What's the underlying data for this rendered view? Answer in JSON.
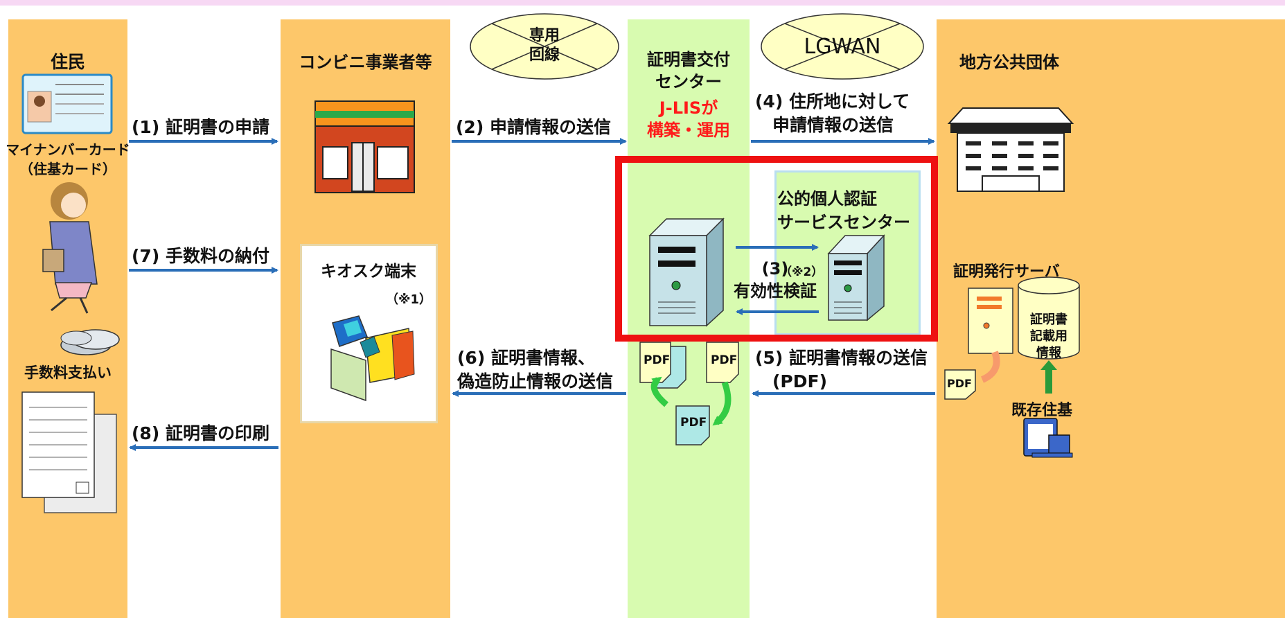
{
  "columns": {
    "resident": "住民",
    "convenience": "コンビニ事業者等",
    "center": "証明書交付\nセンター",
    "center_note": "J-LISが\n構築・運用",
    "local_gov": "地方公共団体"
  },
  "ellipses": {
    "dedicated_line": "専用\n回線",
    "lgwan": "LGWAN"
  },
  "resident": {
    "card_label": "マイナンバーカード\n（住基カード）",
    "fee_label": "手数料支払い"
  },
  "convenience": {
    "kiosk_title": "キオスク端末",
    "kiosk_note": "（※1）"
  },
  "center": {
    "jpki_title": "公的個人認証\nサービスセンター",
    "jpki_note": "（※2）",
    "validation": "(3)\n有効性検証",
    "pdf": "PDF"
  },
  "local_gov": {
    "server_label": "証明発行サーバ",
    "db_label": "証明書\n記載用\n情報",
    "existing": "既存住基",
    "pdf": "PDF"
  },
  "arrows": {
    "a1": "(1) 証明書の申請",
    "a7": "(7) 手数料の納付",
    "a8": "(8) 証明書の印刷",
    "a2": "(2) 申請情報の送信",
    "a6": "(6) 証明書情報、\n偽造防止情報の送信",
    "a4": "(4) 住所地に対して\n　申請情報の送信",
    "a5": "(5) 証明書情報の送信\n　(PDF)"
  },
  "colors": {
    "column_orange": "#fdc76a",
    "column_green": "#d8fbb0",
    "arrow_blue": "#2a6eb8",
    "highlight_red": "#ee1111",
    "note_red": "#ff1a1a"
  }
}
